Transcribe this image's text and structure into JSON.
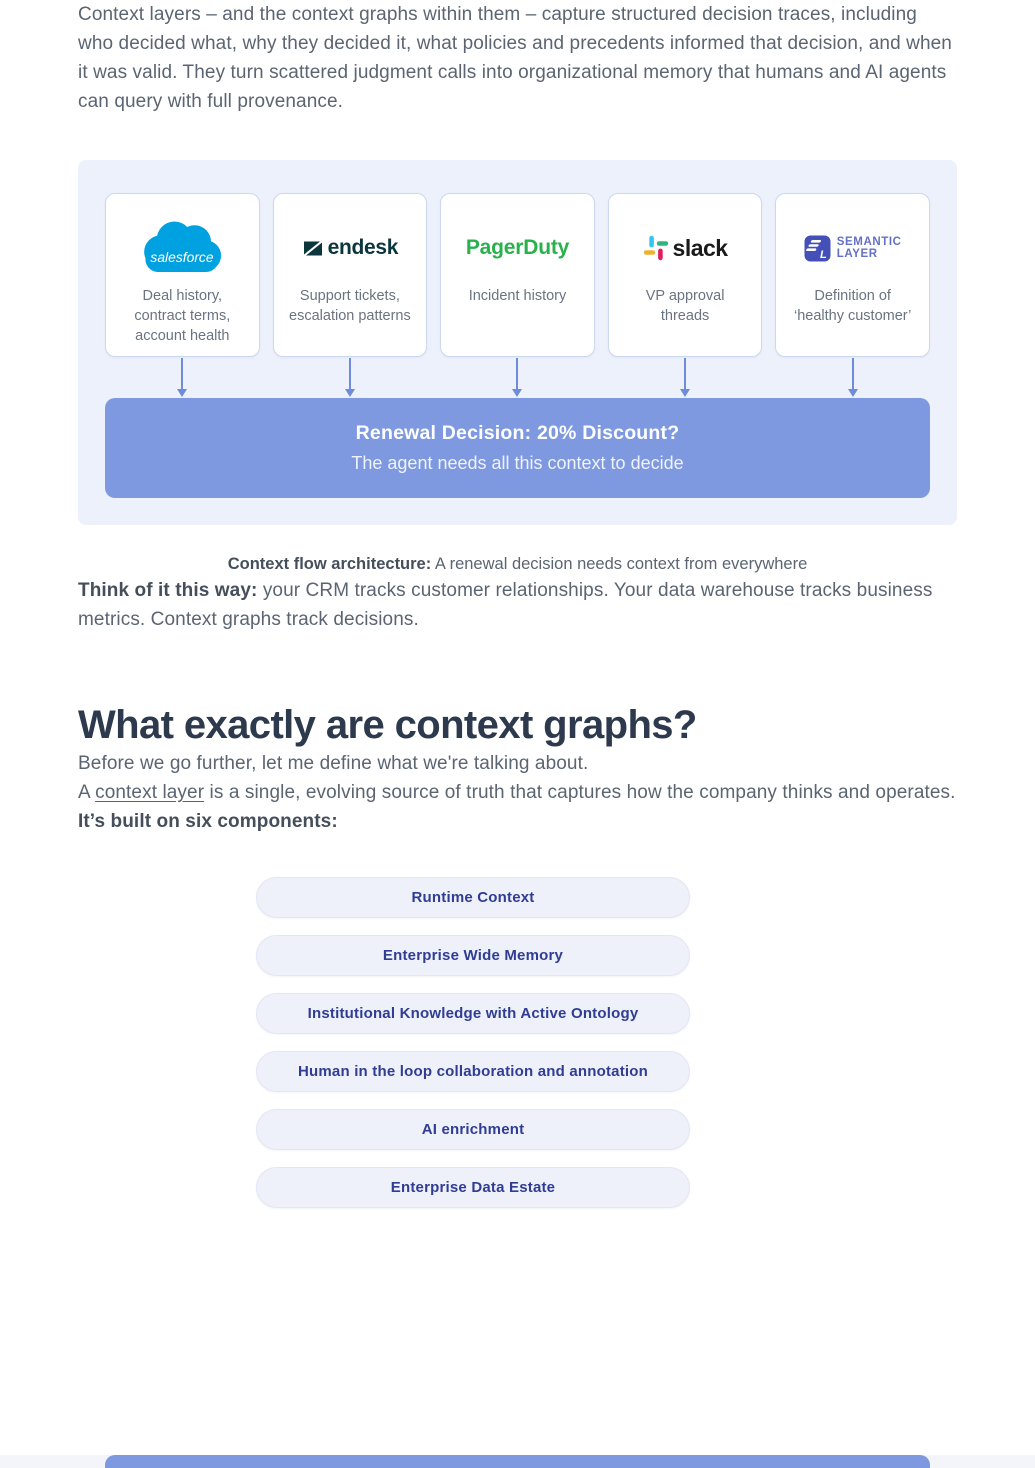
{
  "article": {
    "intro": "Context layers – and the context graphs within them – capture structured decision traces, including who decided what, why they decided it, what policies and precedents informed that decision, and when it was valid. They turn scattered judgment calls into organizational memory that humans and AI agents can query with full provenance.",
    "caption_bold": "Context flow architecture:",
    "caption_rest": " A renewal decision needs context from everywhere",
    "think_bold": "Think of it this way:",
    "think_rest": " your CRM tracks customer relationships. Your data warehouse tracks business metrics. Context graphs track decisions.",
    "heading": "What exactly are context graphs?",
    "before": "Before we go further, let me define what we're talking about.",
    "define_prefix": "A ",
    "define_link": "context layer",
    "define_middle": " is a single, evolving source of truth that captures how the company thinks and operates. ",
    "define_bold": "It’s built on six components:"
  },
  "diagram": {
    "cards": [
      {
        "logo": "salesforce-logo",
        "label": "Deal history, contract terms, account health"
      },
      {
        "logo": "zendesk-logo",
        "label": "Support tickets, escalation patterns"
      },
      {
        "logo": "pagerduty-logo",
        "label": "Incident history"
      },
      {
        "logo": "slack-logo",
        "label": "VP approval threads"
      },
      {
        "logo": "semantic-layer-logo",
        "label": "Definition of ‘healthy customer’"
      }
    ],
    "decision_box": {
      "title": "Renewal Decision: 20% Discount?",
      "subtitle": "The agent needs all this context to decide"
    }
  },
  "logos": {
    "salesforce": {
      "wordmark": "salesforce"
    },
    "zendesk": {
      "glyph": "zendesk-z-icon",
      "wordmark": "endesk"
    },
    "pagerduty": {
      "wordmark": "PagerDuty"
    },
    "slack": {
      "glyph": "slack-hash-icon",
      "wordmark": "slack"
    },
    "semantic_layer": {
      "glyph": "semantic-layer-icon",
      "line1": "SEMANTIC",
      "line2": "LAYER"
    }
  },
  "components": {
    "items": [
      "Runtime Context",
      "Enterprise Wide Memory",
      "Institutional Knowledge with Active Ontology",
      "Human in the loop collaboration and annotation",
      "AI enrichment",
      "Enterprise Data Estate"
    ]
  },
  "colors": {
    "decision_box_blue": "#7E99E0",
    "diagram_background": "#EDF1FB",
    "card_border": "#CDD7EF",
    "arrow_blue": "#6F8CD8",
    "pill_background": "#EEF0FA",
    "pill_text": "#303D93",
    "body_text": "#5B6572",
    "heading_text": "#2D3A4D",
    "salesforce_blue": "#00A1E0",
    "zendesk_dark": "#0B363C",
    "pagerduty_green": "#28B14C",
    "slack_blue": "#36C5F0",
    "slack_green": "#2EB67D",
    "slack_yellow": "#ECB22E",
    "slack_red": "#E01E5A",
    "semantic_layer_blue": "#4450B8"
  }
}
